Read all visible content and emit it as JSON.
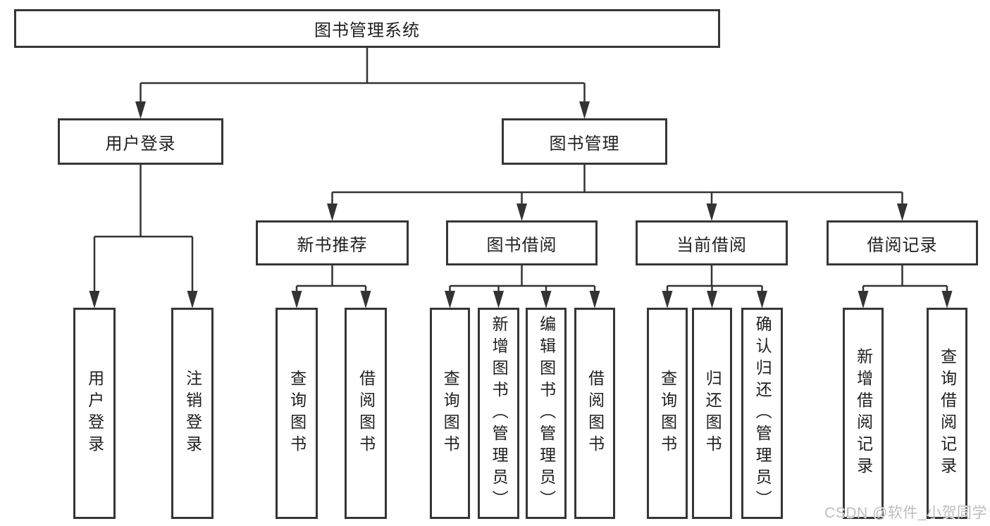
{
  "diagram": {
    "colors": {
      "line": "#333333",
      "box_border": "#363636",
      "text": "#1f1f1f",
      "watermark": "#bdbdbd",
      "background": "#ffffff"
    },
    "tree": {
      "id": "root",
      "label": "图书管理系统",
      "children": [
        {
          "id": "user-login",
          "label": "用户登录",
          "children": [
            {
              "id": "login",
              "label": "用户登录",
              "vertical": true
            },
            {
              "id": "logout",
              "label": "注销登录",
              "vertical": true
            }
          ]
        },
        {
          "id": "book-mgmt",
          "label": "图书管理",
          "children": [
            {
              "id": "new-book-rec",
              "label": "新书推荐",
              "children": [
                {
                  "id": "nb-query",
                  "label": "查询图书",
                  "vertical": true
                },
                {
                  "id": "nb-borrow",
                  "label": "借阅图书",
                  "vertical": true
                }
              ]
            },
            {
              "id": "book-borrow",
              "label": "图书借阅",
              "children": [
                {
                  "id": "bb-query",
                  "label": "查询图书",
                  "vertical": true
                },
                {
                  "id": "bb-add",
                  "label": "新增图书（管理员）",
                  "vertical": true
                },
                {
                  "id": "bb-edit",
                  "label": "编辑图书（管理员）",
                  "vertical": true
                },
                {
                  "id": "bb-borrow",
                  "label": "借阅图书",
                  "vertical": true
                }
              ]
            },
            {
              "id": "current-borrow",
              "label": "当前借阅",
              "children": [
                {
                  "id": "cb-query",
                  "label": "查询图书",
                  "vertical": true
                },
                {
                  "id": "cb-return",
                  "label": "归还图书",
                  "vertical": true
                },
                {
                  "id": "cb-confirm",
                  "label": "确认归还（管理员）",
                  "vertical": true
                }
              ]
            },
            {
              "id": "borrow-records",
              "label": "借阅记录",
              "children": [
                {
                  "id": "br-add",
                  "label": "新增借阅记录",
                  "vertical": true
                },
                {
                  "id": "br-query",
                  "label": "查询借阅记录",
                  "vertical": true
                }
              ]
            }
          ]
        }
      ]
    },
    "watermark": "CSDN @软件_小贺同学"
  }
}
